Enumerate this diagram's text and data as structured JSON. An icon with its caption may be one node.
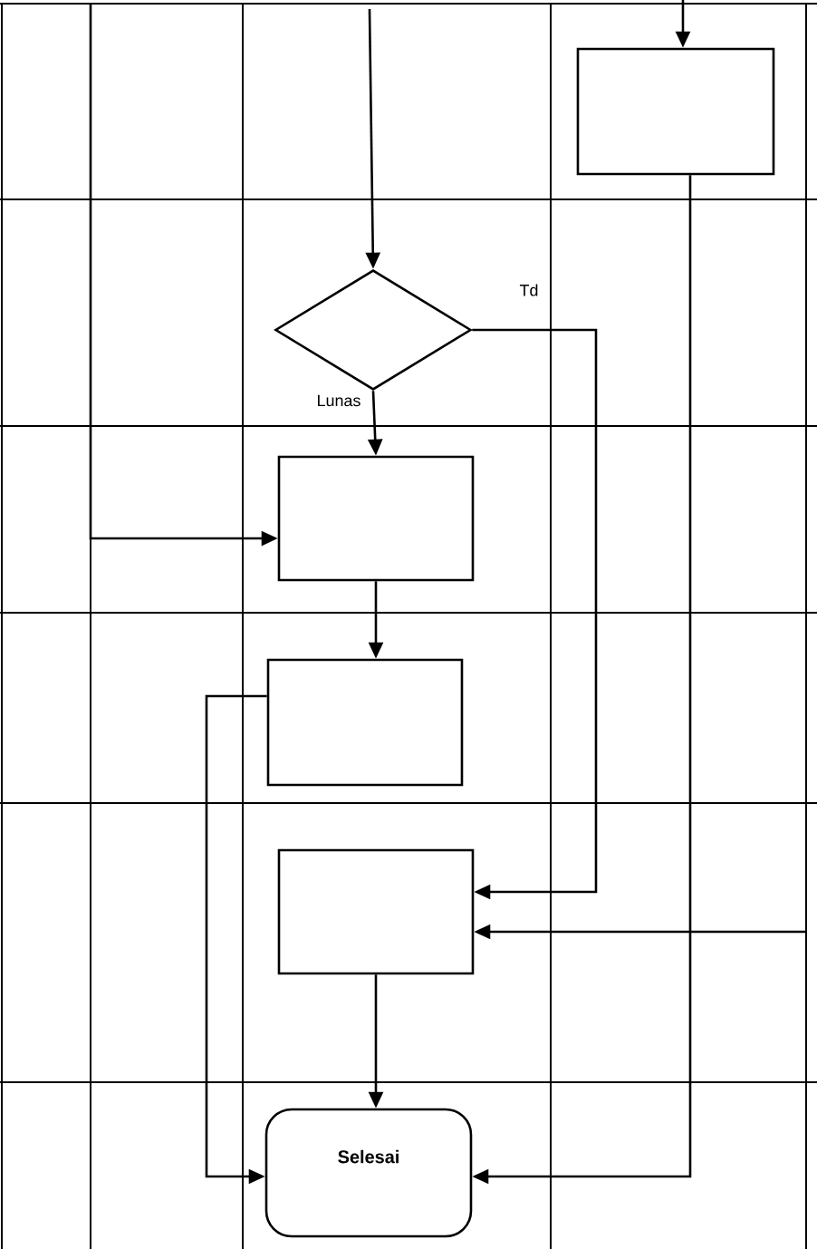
{
  "diagram": {
    "nodes": [
      {
        "text": [],
        "shape": "box"
      },
      {
        "text": [],
        "shape": "diamond"
      },
      {
        "text": [],
        "shape": "box"
      },
      {
        "text": [],
        "shape": "box"
      },
      {
        "text": [],
        "shape": "box"
      },
      {
        "text": [
          "Selesai"
        ]
      }
    ],
    "edges": [
      {
        "from": null,
        "to": 0,
        "arrow": "to"
      },
      {
        "from": null,
        "to": 1,
        "arrow": "to"
      },
      {
        "from": 1,
        "to": 2,
        "arrow": "to",
        "label": "Lunas"
      },
      {
        "from": null,
        "to": 2,
        "arrow": "to"
      },
      {
        "from": 2,
        "to": 3,
        "arrow": "to"
      },
      {
        "from": 1,
        "to": 4,
        "arrow": "to",
        "label": "Td"
      },
      {
        "from": null,
        "to": 4,
        "arrow": "to"
      },
      {
        "from": 4,
        "to": 5,
        "arrow": "to"
      },
      {
        "from": 3,
        "to": 5,
        "arrow": "to"
      },
      {
        "from": 0,
        "to": 5,
        "arrow": "to"
      }
    ]
  }
}
